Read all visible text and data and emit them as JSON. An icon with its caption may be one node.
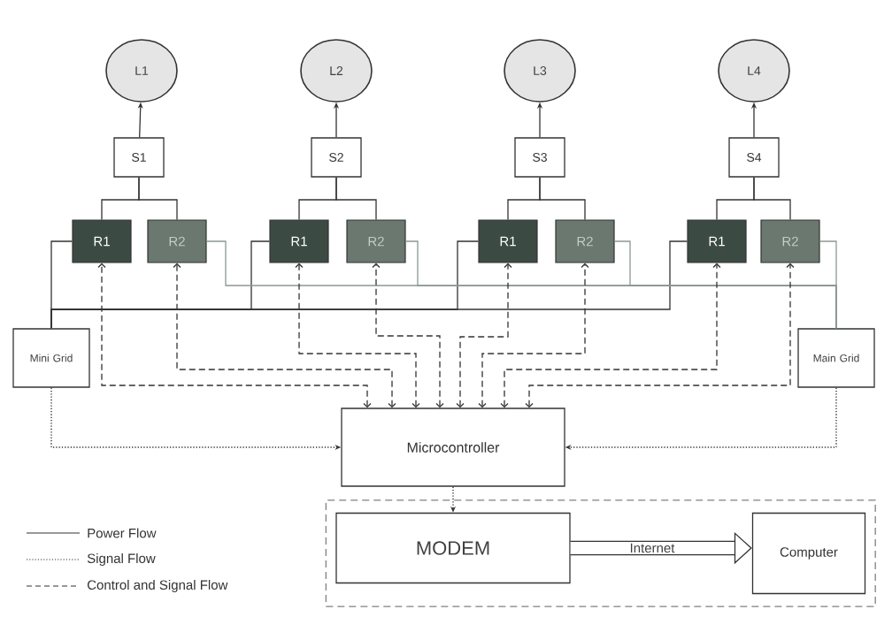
{
  "diagram": {
    "nodes": [
      {
        "text": [
          "L1"
        ]
      },
      {
        "text": [
          "L2"
        ]
      },
      {
        "text": [
          "L3"
        ]
      },
      {
        "text": [
          "L4"
        ]
      },
      {
        "text": [
          "S1"
        ]
      },
      {
        "text": [
          "S2"
        ]
      },
      {
        "text": [
          "S3"
        ]
      },
      {
        "text": [
          "S4"
        ]
      },
      {
        "text": [
          "R1"
        ]
      },
      {
        "text": [
          "R2"
        ]
      },
      {
        "text": [
          "R1"
        ]
      },
      {
        "text": [
          "R2"
        ]
      },
      {
        "text": [
          "R1"
        ]
      },
      {
        "text": [
          "R2"
        ]
      },
      {
        "text": [
          "R1"
        ]
      },
      {
        "text": [
          "R2"
        ]
      },
      {
        "text": [
          "Mini Grid"
        ]
      },
      {
        "text": [
          "Main Grid"
        ]
      },
      {
        "text": [
          "Microcontroller"
        ]
      },
      {
        "text": [],
        "shape": "box"
      },
      {
        "text": [
          "MODEM"
        ],
        "in": 19
      },
      {
        "text": [
          "Computer"
        ],
        "in": 19
      }
    ],
    "edges": [
      {
        "from": 4,
        "to": 0,
        "arrow": "to"
      },
      {
        "from": 5,
        "to": 1,
        "arrow": "to"
      },
      {
        "from": 6,
        "to": 2,
        "arrow": "to"
      },
      {
        "from": 7,
        "to": 3,
        "arrow": "to"
      },
      {
        "from": 4,
        "to": 8,
        "arrow": "none"
      },
      {
        "from": 4,
        "to": 9,
        "arrow": "none"
      },
      {
        "from": 5,
        "to": 10,
        "arrow": "none"
      },
      {
        "from": 5,
        "to": 11,
        "arrow": "none"
      },
      {
        "from": 6,
        "to": 12,
        "arrow": "none"
      },
      {
        "from": 6,
        "to": 13,
        "arrow": "none"
      },
      {
        "from": 7,
        "to": 14,
        "arrow": "none"
      },
      {
        "from": 7,
        "to": 15,
        "arrow": "none"
      },
      {
        "from": 16,
        "to": 8,
        "arrow": "none"
      },
      {
        "from": 16,
        "to": 10,
        "arrow": "none"
      },
      {
        "from": 16,
        "to": 12,
        "arrow": "none"
      },
      {
        "from": 16,
        "to": 14,
        "arrow": "none"
      },
      {
        "from": 17,
        "to": 9,
        "arrow": "none",
        "color": "#8c9892"
      },
      {
        "from": 17,
        "to": 11,
        "arrow": "none",
        "color": "#8c9892"
      },
      {
        "from": 17,
        "to": 13,
        "arrow": "none",
        "color": "#8c9892"
      },
      {
        "from": 17,
        "to": 15,
        "arrow": "none",
        "color": "#8c9892"
      },
      {
        "from": 18,
        "to": 8,
        "arrow": "both",
        "style": "dashed"
      },
      {
        "from": 18,
        "to": 9,
        "arrow": "both",
        "style": "dashed"
      },
      {
        "from": 18,
        "to": 10,
        "arrow": "both",
        "style": "dashed"
      },
      {
        "from": 18,
        "to": 11,
        "arrow": "both",
        "style": "dashed"
      },
      {
        "from": 18,
        "to": 12,
        "arrow": "both",
        "style": "dashed"
      },
      {
        "from": 18,
        "to": 13,
        "arrow": "both",
        "style": "dashed"
      },
      {
        "from": 18,
        "to": 14,
        "arrow": "both",
        "style": "dashed"
      },
      {
        "from": 18,
        "to": 15,
        "arrow": "both",
        "style": "dashed"
      },
      {
        "from": 16,
        "to": 18,
        "arrow": "to",
        "style": "dashed"
      },
      {
        "from": 17,
        "to": 18,
        "arrow": "to",
        "style": "dashed"
      },
      {
        "from": 18,
        "to": 20,
        "arrow": "to",
        "style": "dashed"
      },
      {
        "from": 20,
        "to": 21,
        "arrow": "to",
        "style": "thick",
        "label": "Internet"
      }
    ],
    "legend": [
      {
        "text": "Power Flow"
      },
      {
        "text": "Signal Flow"
      },
      {
        "text": "Control and Signal Flow"
      }
    ]
  }
}
